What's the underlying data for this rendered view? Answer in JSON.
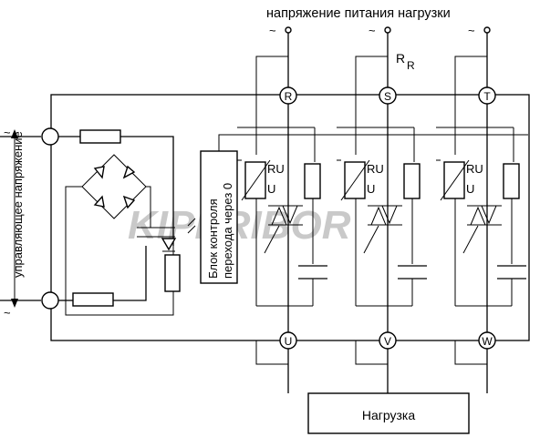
{
  "title": "напряжение питания нагрузки",
  "control_voltage_label": "управляющее напряжение",
  "ac_symbol": "~",
  "resistor_label": "R",
  "resistor_subscript": "R",
  "phase_inputs": [
    "R",
    "S",
    "T"
  ],
  "phase_outputs": [
    "U",
    "V",
    "W"
  ],
  "zero_cross_block_label_line1": "Блок контроля",
  "zero_cross_block_label_line2": "перехода через 0",
  "varistor_label_ru": "RU",
  "varistor_label_u": "U",
  "load_label": "Нагрузка",
  "watermark": "KIPPRIBOR"
}
